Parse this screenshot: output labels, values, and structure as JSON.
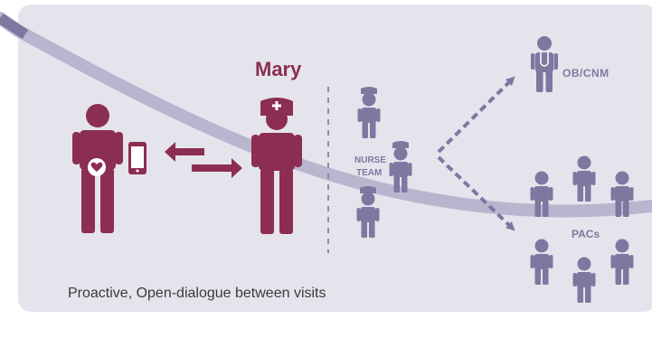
{
  "labels": {
    "patient_name": "Mary",
    "nurse_team_line1": "NURSE",
    "nurse_team_line2": "TEAM",
    "ob_cnm": "OB/CNM",
    "pacs": "PACs",
    "caption": "Proactive, Open-dialogue between visits"
  },
  "colors": {
    "background": "#e5e4ec",
    "patient": "#8c2e52",
    "care_team": "#7e78a0",
    "curve": "#b9b5cf",
    "caption_text": "#3a3a3a"
  },
  "icons": {
    "heart": "heart-icon",
    "phone": "smartphone-icon",
    "nurse_cross": "nurse-cap-cross-icon",
    "stethoscope": "stethoscope-icon"
  }
}
